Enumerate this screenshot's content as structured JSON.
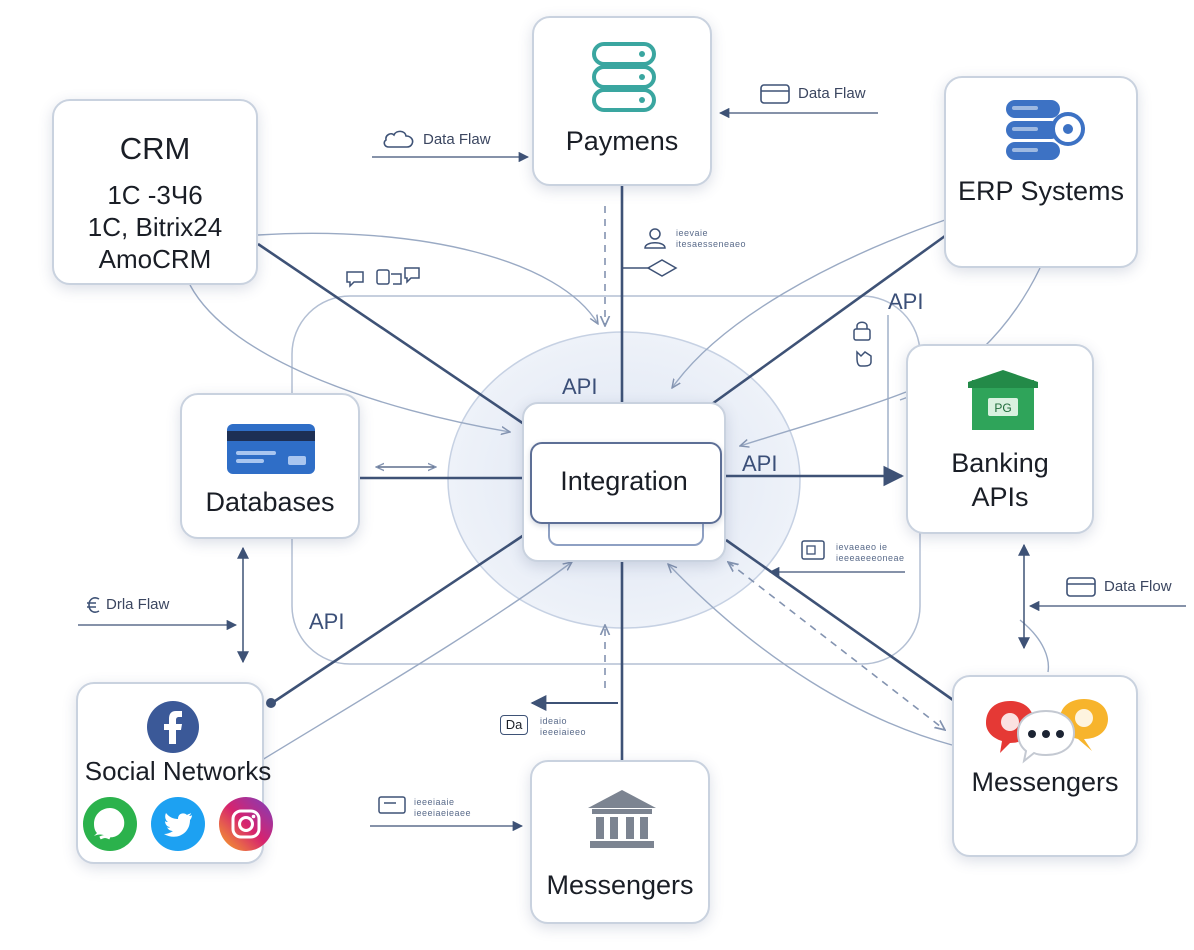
{
  "nodes": {
    "crm": {
      "title": "CRM",
      "lines": [
        "1C -3Ч6",
        "1C, Bitrix24",
        "AmoCRM"
      ]
    },
    "payments": {
      "label": "Paymens"
    },
    "erp": {
      "label": "ERP Systems"
    },
    "databases": {
      "label": "Databases"
    },
    "integration": {
      "label": "Integration"
    },
    "banking": {
      "line1": "Banking",
      "line2": "APIs",
      "badge": "PG"
    },
    "social": {
      "label": "Social Networks"
    },
    "messengers_right": {
      "label": "Messengers"
    },
    "messengers_bottom": {
      "label": "Messengers"
    }
  },
  "api_labels": {
    "top": "API",
    "right": "API",
    "erp": "API",
    "left": "API"
  },
  "flow_labels": {
    "top_left": "Data Flaw",
    "top_right": "Data Flaw",
    "left": "Drla Flaw",
    "right": "Data Flow"
  },
  "tiny_texts": {
    "top_center_a": "ieevaie",
    "top_center_b": "itesaesseneaeo",
    "right_mid_a": "ievaeaeo ie",
    "right_mid_b": "ieeeaeeeoneae",
    "bottom_center_a": "ideaio",
    "bottom_center_b": "ieeeiaieeo",
    "bottom_left_a": "ieeeiaaie",
    "bottom_left_b": "ieeeiaeieaee",
    "bottom_center_box": "Da"
  },
  "colors": {
    "line": "#3e5276",
    "light_line": "#9aaac4",
    "node_border": "#c9d2df",
    "db_teal": "#3aa6a0",
    "erp_blue": "#3d72c4",
    "card_blue": "#2f6ec7",
    "bank_green": "#2fa45a",
    "facebook": "#3b5998",
    "whatsapp": "#2bb24c",
    "twitter": "#1da1f2",
    "instagram": "#d6246e",
    "bank_gray": "#7c8491",
    "chat_red": "#e53935",
    "chat_yellow": "#f7b42c"
  },
  "icons": [
    "database-stack-icon",
    "database-gear-icon",
    "credit-card-icon",
    "bank-building-icon",
    "bank-store-icon",
    "facebook-icon",
    "whatsapp-icon",
    "twitter-icon",
    "instagram-icon",
    "chat-bubbles-icon",
    "cloud-icon",
    "card-icon",
    "lock-icon",
    "hand-icon"
  ]
}
